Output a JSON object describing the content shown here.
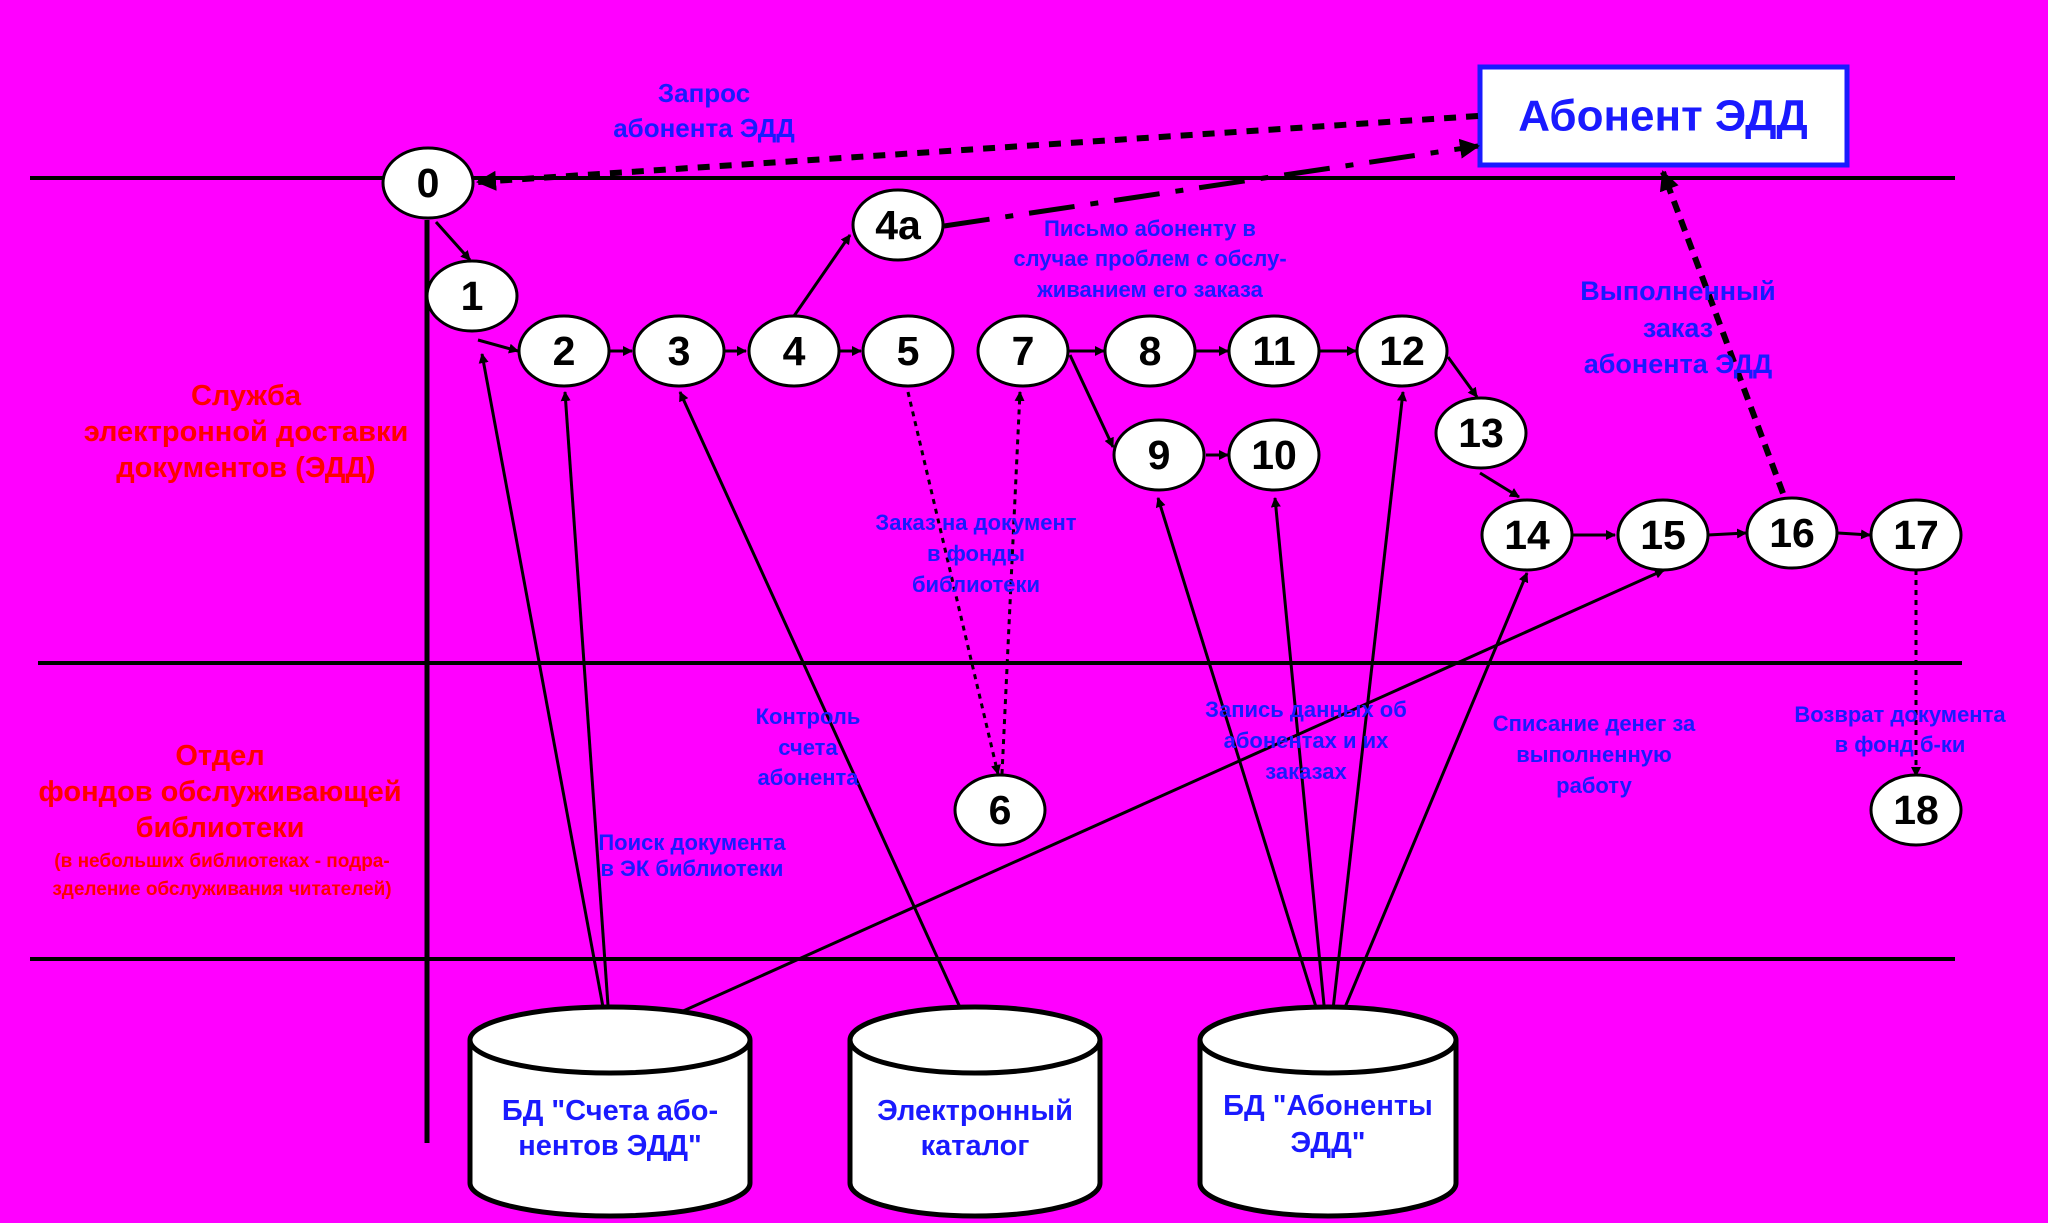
{
  "subscriber": "Абонент ЭДД",
  "nodes": {
    "n0": "0",
    "n1": "1",
    "n2": "2",
    "n3": "3",
    "n4": "4",
    "n4a": "4a",
    "n5": "5",
    "n6": "6",
    "n7": "7",
    "n8": "8",
    "n9": "9",
    "n10": "10",
    "n11": "11",
    "n12": "12",
    "n13": "13",
    "n14": "14",
    "n15": "15",
    "n16": "16",
    "n17": "17",
    "n18": "18"
  },
  "lanes": {
    "edd_service": [
      "Служба",
      "электронной доставки",
      "документов (ЭДД)"
    ],
    "funds_department": [
      "Отдел",
      "фондов обслуживающей",
      "библиотеки"
    ],
    "funds_department_note": [
      "(в небольших библиотеках - подра-",
      "зделение обслуживания читателей)"
    ]
  },
  "notes": {
    "request": [
      "Запрос",
      "абонента ЭДД"
    ],
    "letter": [
      "Письмо абоненту  в",
      "случае проблем с  обслу-",
      "живанием его заказа"
    ],
    "completed": [
      "Выполненный",
      "заказ",
      "абонента ЭДД"
    ],
    "order": [
      "Заказ на документ",
      "в фонды",
      "библиотеки"
    ],
    "account_control": [
      "Контроль",
      "счета",
      "абонента"
    ],
    "ec_search": [
      "Поиск документа",
      "в ЭК библиотеки"
    ],
    "record_data": [
      "Запись данных об",
      "абонентах и  их",
      "заказах"
    ],
    "write_off": [
      "Списание денег за",
      "выполненную",
      "работу"
    ],
    "return_doc": [
      "Возврат документа",
      "в фонд  б-ки"
    ]
  },
  "databases": {
    "accounts": [
      "БД \"Счета або-",
      "нентов ЭДД\""
    ],
    "catalog": [
      "Электронный",
      "каталог"
    ],
    "subscribers": [
      "БД  \"Абоненты",
      "ЭДД\""
    ]
  },
  "colors": {
    "background": "#ff00ff",
    "note_text": "#1a1aff",
    "lane_text": "#ff0000",
    "node_fill": "#ffffff",
    "line": "#000000"
  }
}
